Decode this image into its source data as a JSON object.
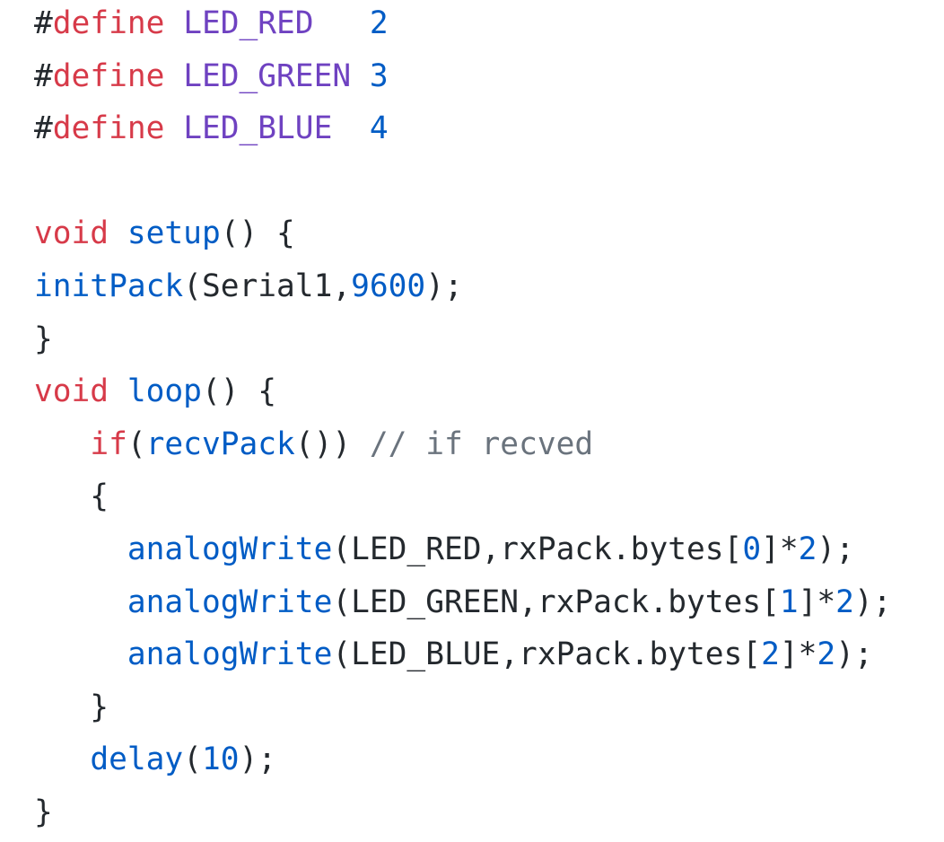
{
  "colors": {
    "keyword": "#d73a49",
    "macro": "#6f42c1",
    "function": "#005cc5",
    "number": "#005cc5",
    "comment": "#6a737d",
    "text": "#24292e",
    "background": "#ffffff"
  },
  "code": {
    "lines": [
      {
        "tokens": [
          {
            "t": "#",
            "k": "punct"
          },
          {
            "t": "define",
            "k": "keyword"
          },
          {
            "t": " ",
            "k": "plain"
          },
          {
            "t": "LED_RED",
            "k": "macro"
          },
          {
            "t": "   ",
            "k": "plain"
          },
          {
            "t": "2",
            "k": "number"
          }
        ]
      },
      {
        "tokens": [
          {
            "t": "#",
            "k": "punct"
          },
          {
            "t": "define",
            "k": "keyword"
          },
          {
            "t": " ",
            "k": "plain"
          },
          {
            "t": "LED_GREEN",
            "k": "macro"
          },
          {
            "t": " ",
            "k": "plain"
          },
          {
            "t": "3",
            "k": "number"
          }
        ]
      },
      {
        "tokens": [
          {
            "t": "#",
            "k": "punct"
          },
          {
            "t": "define",
            "k": "keyword"
          },
          {
            "t": " ",
            "k": "plain"
          },
          {
            "t": "LED_BLUE",
            "k": "macro"
          },
          {
            "t": "  ",
            "k": "plain"
          },
          {
            "t": "4",
            "k": "number"
          }
        ]
      },
      {
        "tokens": []
      },
      {
        "tokens": [
          {
            "t": "void",
            "k": "keyword"
          },
          {
            "t": " ",
            "k": "plain"
          },
          {
            "t": "setup",
            "k": "func"
          },
          {
            "t": "() {",
            "k": "punct"
          }
        ]
      },
      {
        "tokens": [
          {
            "t": "initPack",
            "k": "func"
          },
          {
            "t": "(Serial1,",
            "k": "plain"
          },
          {
            "t": "9600",
            "k": "number"
          },
          {
            "t": ");",
            "k": "punct"
          }
        ]
      },
      {
        "tokens": [
          {
            "t": "}",
            "k": "punct"
          }
        ]
      },
      {
        "tokens": [
          {
            "t": "void",
            "k": "keyword"
          },
          {
            "t": " ",
            "k": "plain"
          },
          {
            "t": "loop",
            "k": "func"
          },
          {
            "t": "() {",
            "k": "punct"
          }
        ]
      },
      {
        "tokens": [
          {
            "t": "   ",
            "k": "plain"
          },
          {
            "t": "if",
            "k": "keyword"
          },
          {
            "t": "(",
            "k": "punct"
          },
          {
            "t": "recvPack",
            "k": "func"
          },
          {
            "t": "()) ",
            "k": "punct"
          },
          {
            "t": "// if recved",
            "k": "comment"
          }
        ]
      },
      {
        "tokens": [
          {
            "t": "   {",
            "k": "punct"
          }
        ]
      },
      {
        "tokens": [
          {
            "t": "     ",
            "k": "plain"
          },
          {
            "t": "analogWrite",
            "k": "func"
          },
          {
            "t": "(LED_RED,rxPack.bytes[",
            "k": "plain"
          },
          {
            "t": "0",
            "k": "number"
          },
          {
            "t": "]*",
            "k": "plain"
          },
          {
            "t": "2",
            "k": "number"
          },
          {
            "t": ");",
            "k": "punct"
          }
        ]
      },
      {
        "tokens": [
          {
            "t": "     ",
            "k": "plain"
          },
          {
            "t": "analogWrite",
            "k": "func"
          },
          {
            "t": "(LED_GREEN,rxPack.bytes[",
            "k": "plain"
          },
          {
            "t": "1",
            "k": "number"
          },
          {
            "t": "]*",
            "k": "plain"
          },
          {
            "t": "2",
            "k": "number"
          },
          {
            "t": ");",
            "k": "punct"
          }
        ]
      },
      {
        "tokens": [
          {
            "t": "     ",
            "k": "plain"
          },
          {
            "t": "analogWrite",
            "k": "func"
          },
          {
            "t": "(LED_BLUE,rxPack.bytes[",
            "k": "plain"
          },
          {
            "t": "2",
            "k": "number"
          },
          {
            "t": "]*",
            "k": "plain"
          },
          {
            "t": "2",
            "k": "number"
          },
          {
            "t": ");",
            "k": "punct"
          }
        ]
      },
      {
        "tokens": [
          {
            "t": "   }",
            "k": "punct"
          }
        ]
      },
      {
        "tokens": [
          {
            "t": "   ",
            "k": "plain"
          },
          {
            "t": "delay",
            "k": "func"
          },
          {
            "t": "(",
            "k": "punct"
          },
          {
            "t": "10",
            "k": "number"
          },
          {
            "t": ");",
            "k": "punct"
          }
        ]
      },
      {
        "tokens": [
          {
            "t": "}",
            "k": "punct"
          }
        ]
      }
    ]
  }
}
